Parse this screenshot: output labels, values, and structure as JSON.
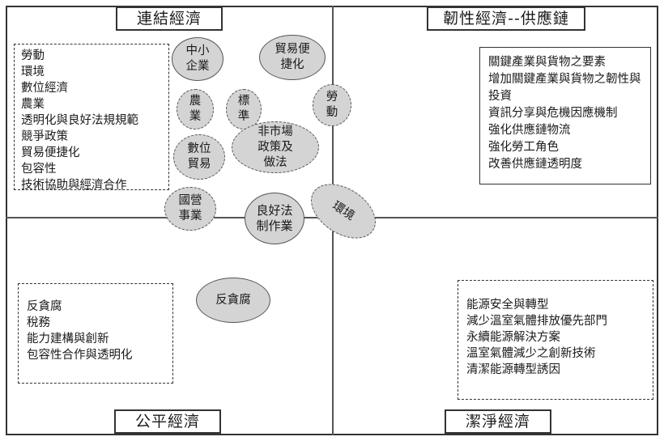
{
  "quadrants": {
    "top_left": {
      "title": "連結經濟",
      "list": [
        "勞動",
        "環境",
        "數位經濟",
        "農業",
        "透明化與良好法規規範",
        "競爭政策",
        "貿易便捷化",
        "包容性",
        "技術協助與經濟合作"
      ]
    },
    "top_right": {
      "title": "韌性經濟--供應鏈",
      "list": [
        "關鍵產業與貨物之要素",
        "增加關鍵產業與貨物之韌性與投資",
        "資訊分享與危機因應機制",
        "強化供應鏈物流",
        "強化勞工角色",
        "改善供應鏈透明度"
      ]
    },
    "bottom_left": {
      "title": "公平經濟",
      "list": [
        "反貪腐",
        "稅務",
        "能力建構與創新",
        "包容性合作與透明化"
      ]
    },
    "bottom_right": {
      "title": "潔淨經濟",
      "list": [
        "能源安全與轉型",
        "減少溫室氣體排放優先部門",
        "永續能源解決方案",
        "溫室氣體減少之創新技術",
        "清潔能源轉型誘因"
      ]
    }
  },
  "bubbles": {
    "sme": "中小\n企業",
    "trade_facilitation": "貿易便\n捷化",
    "agriculture": "農\n業",
    "standards": "標\n準",
    "labor": "勞\n動",
    "digital_trade": "數位\n貿易",
    "non_market": "非市場\n政策及\n做法",
    "soe": "國營\n事業",
    "good_regulatory": "良好法\n制作業",
    "environment": "環境",
    "anti_corruption": "反貪腐"
  },
  "colors": {
    "bubble_fill": "#d4d4d4",
    "line": "#555555"
  }
}
